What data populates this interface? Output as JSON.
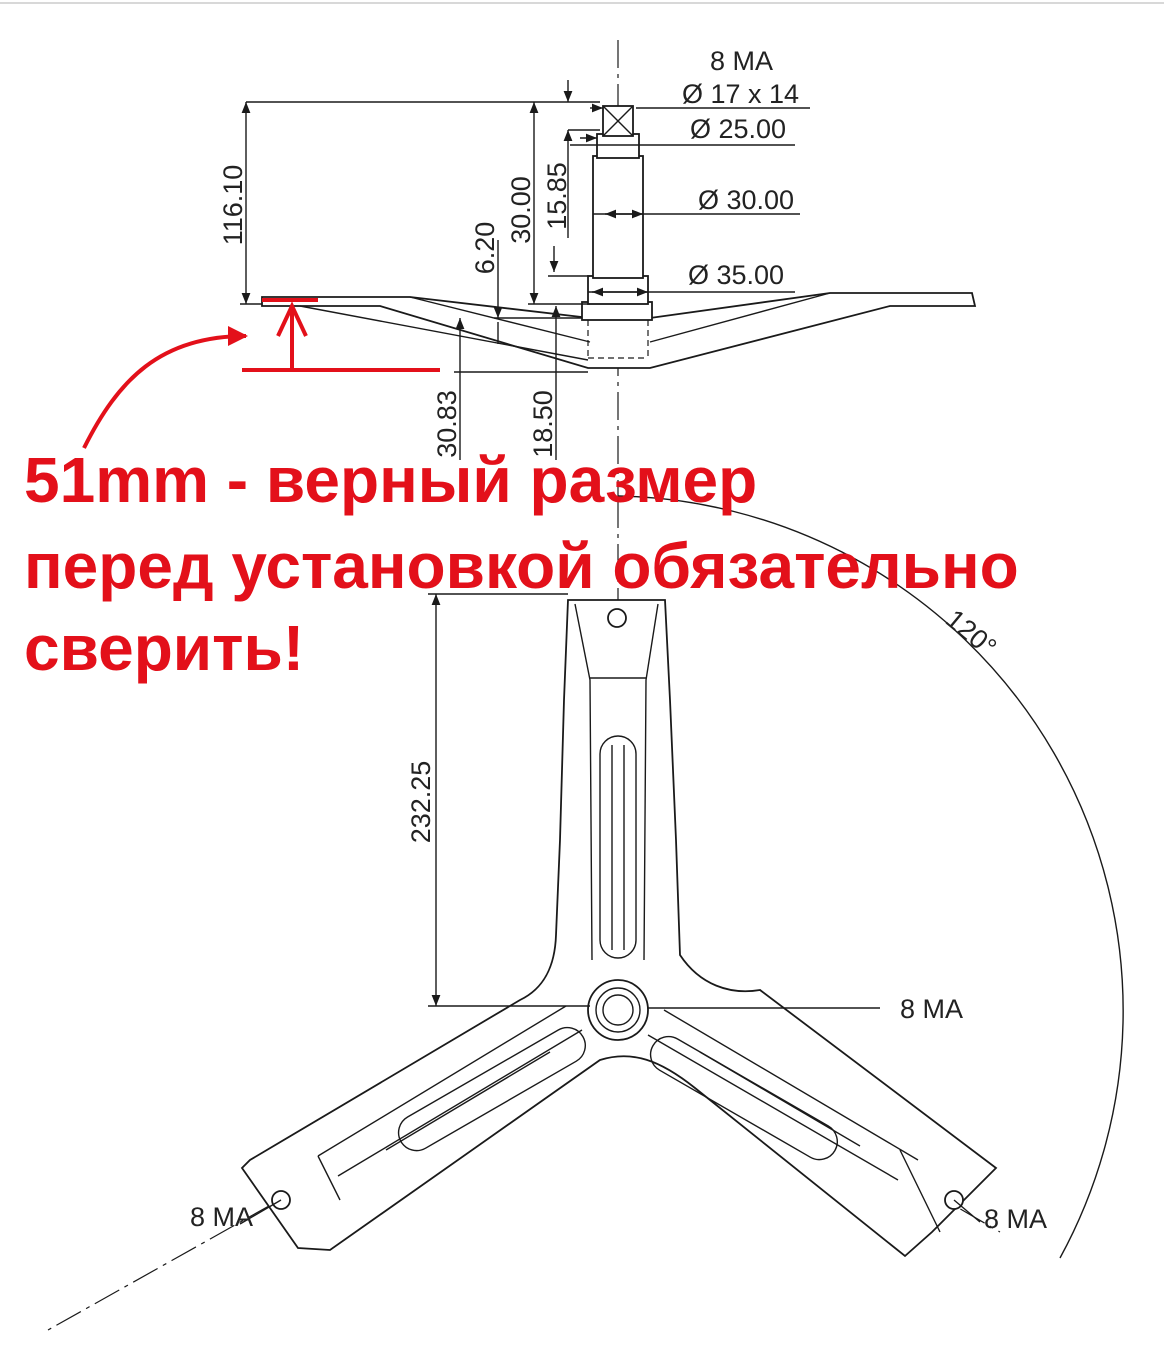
{
  "labels": {
    "ma_top": "8 MA",
    "dia_17x14": "Ø 17 x 14",
    "dia_25": "Ø 25.00",
    "dia_30": "Ø 30.00",
    "dia_35": "Ø 35.00",
    "dim_116": "116.10",
    "dim_30": "30.00",
    "dim_1585": "15.85",
    "dim_620": "6.20",
    "dim_3083": "30.83",
    "dim_1850": "18.50",
    "dim_23225": "232.25",
    "angle_120": "120°",
    "ma_center": "8 MA",
    "ma_left": "8 MA",
    "ma_right": "8 MA"
  },
  "note": {
    "line1": "51mm - верный размер",
    "line2": "перед установкой обязательно",
    "line3": "сверить!"
  },
  "colors": {
    "annotation_red": "#e3101a",
    "line_black": "#1a1a1a",
    "background": "#ffffff"
  }
}
